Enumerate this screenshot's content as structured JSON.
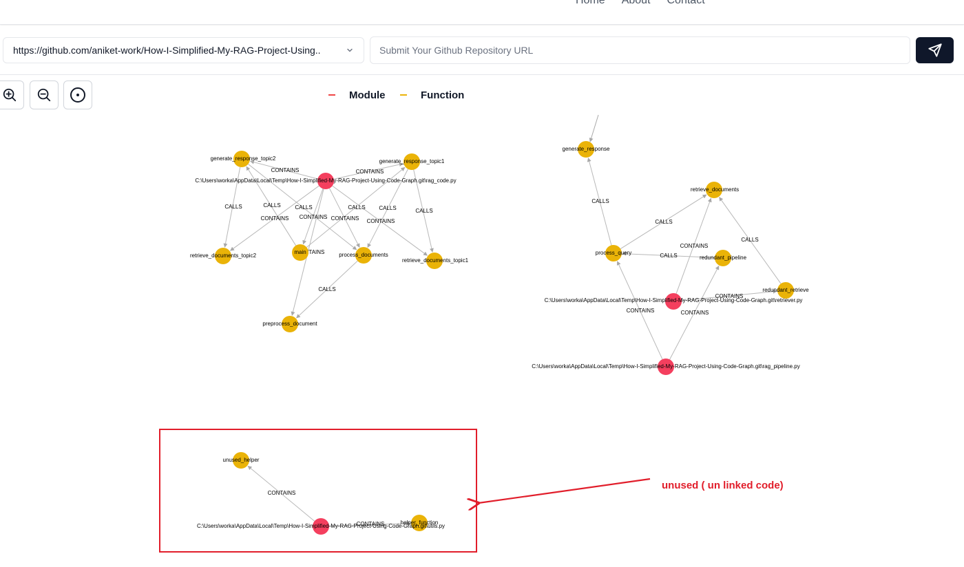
{
  "nav": {
    "links": [
      "Home",
      "About",
      "Contact"
    ]
  },
  "repo_select": {
    "value": "https://github.com/aniket-work/How-I-Simplified-My-RAG-Project-Using..",
    "icon": "chevron-down-icon"
  },
  "url_input": {
    "value": "",
    "placeholder": "Submit Your Github Repository URL"
  },
  "send_button": {
    "icon": "send-icon"
  },
  "zoom_controls": [
    {
      "name": "zoom-in-button",
      "icon": "zoom-in-icon"
    },
    {
      "name": "zoom-out-button",
      "icon": "zoom-out-icon"
    },
    {
      "name": "reset-view-button",
      "icon": "target-icon"
    }
  ],
  "legend": [
    {
      "label": "Module",
      "color": "#ef4444"
    },
    {
      "label": "Function",
      "color": "#eab308"
    }
  ],
  "colors": {
    "module": "#f43f5e",
    "function": "#eab308",
    "edge": "#b8b8b8",
    "annotation": "#e11d2a",
    "send_bg": "#0f172a"
  },
  "graph": {
    "nodes": [
      {
        "id": "rag_code",
        "type": "module",
        "label": "C:\\Users\\worka\\AppData\\Local\\Temp\\How-I-Simplified-My-RAG-Project-Using-Code-Graph.git\\rag_code.py"
      },
      {
        "id": "gen_topic2",
        "type": "function",
        "label": "generate_response_topic2"
      },
      {
        "id": "gen_topic1",
        "type": "function",
        "label": "generate_response_topic1"
      },
      {
        "id": "ret_topic2",
        "type": "function",
        "label": "retrieve_documents_topic2"
      },
      {
        "id": "main",
        "type": "function",
        "label": "main"
      },
      {
        "id": "proc_docs",
        "type": "function",
        "label": "process_documents"
      },
      {
        "id": "ret_topic1",
        "type": "function",
        "label": "retrieve_documents_topic1"
      },
      {
        "id": "preprocess",
        "type": "function",
        "label": "preprocess_document"
      },
      {
        "id": "gen_resp",
        "type": "function",
        "label": "generate_response"
      },
      {
        "id": "ret_docs",
        "type": "function",
        "label": "retrieve_documents"
      },
      {
        "id": "proc_query",
        "type": "function",
        "label": "process_query"
      },
      {
        "id": "redund_pipe",
        "type": "function",
        "label": "redundant_pipeline"
      },
      {
        "id": "redund_ret",
        "type": "function",
        "label": "redundant_retrieve"
      },
      {
        "id": "retriever",
        "type": "module",
        "label": "C:\\Users\\worka\\AppData\\Local\\Temp\\How-I-Simplified-My-RAG-Project-Using-Code-Graph.git\\retriever.py"
      },
      {
        "id": "rag_pipeline",
        "type": "module",
        "label": "C:\\Users\\worka\\AppData\\Local\\Temp\\How-I-Simplified-My-RAG-Project-Using-Code-Graph.git\\rag_pipeline.py"
      },
      {
        "id": "unused_helper",
        "type": "function",
        "label": "unused_helper"
      },
      {
        "id": "helper_function",
        "type": "function",
        "label": "helper_function"
      },
      {
        "id": "utils",
        "type": "module",
        "label": "C:\\Users\\worka\\AppData\\Local\\Temp\\How-I-Simplified-My-RAG-Project-Using-Code-Graph.git\\utils.py"
      }
    ],
    "edges": [
      {
        "source": "rag_code",
        "target": "gen_topic2",
        "label": "CONTAINS"
      },
      {
        "source": "rag_code",
        "target": "gen_topic1",
        "label": "CONTAINS"
      },
      {
        "source": "rag_code",
        "target": "ret_topic2",
        "label": "CONTAINS"
      },
      {
        "source": "rag_code",
        "target": "main",
        "label": "CONTAINS"
      },
      {
        "source": "rag_code",
        "target": "proc_docs",
        "label": "CONTAINS"
      },
      {
        "source": "rag_code",
        "target": "ret_topic1",
        "label": "CONTAINS"
      },
      {
        "source": "rag_code",
        "target": "preprocess",
        "label": "CONTAINS"
      },
      {
        "source": "gen_topic2",
        "target": "ret_topic2",
        "label": "CALLS"
      },
      {
        "source": "main",
        "target": "gen_topic2",
        "label": "CALLS"
      },
      {
        "source": "gen_topic2",
        "target": "proc_docs",
        "label": "CALLS"
      },
      {
        "source": "main",
        "target": "gen_topic1",
        "label": "CALLS"
      },
      {
        "source": "gen_topic1",
        "target": "proc_docs",
        "label": "CALLS"
      },
      {
        "source": "gen_topic1",
        "target": "ret_topic1",
        "label": "CALLS"
      },
      {
        "source": "proc_docs",
        "target": "preprocess",
        "label": "CALLS"
      },
      {
        "source": "proc_query",
        "target": "gen_resp",
        "label": "CALLS"
      },
      {
        "source": "proc_query",
        "target": "ret_docs",
        "label": "CALLS"
      },
      {
        "source": "redund_pipe",
        "target": "proc_query",
        "label": "CALLS"
      },
      {
        "source": "redund_ret",
        "target": "ret_docs",
        "label": "CALLS"
      },
      {
        "source": "retriever",
        "target": "ret_docs",
        "label": "CONTAINS"
      },
      {
        "source": "retriever",
        "target": "redund_ret",
        "label": "CONTAINS"
      },
      {
        "source": "rag_pipeline",
        "target": "proc_query",
        "label": "CONTAINS"
      },
      {
        "source": "rag_pipeline",
        "target": "redund_pipe",
        "label": "CONTAINS"
      },
      {
        "source": "utils",
        "target": "unused_helper",
        "label": "CONTAINS"
      },
      {
        "source": "utils",
        "target": "helper_function",
        "label": "CONTAINS"
      }
    ]
  },
  "annotation": {
    "text": "unused ( un linked code)"
  }
}
